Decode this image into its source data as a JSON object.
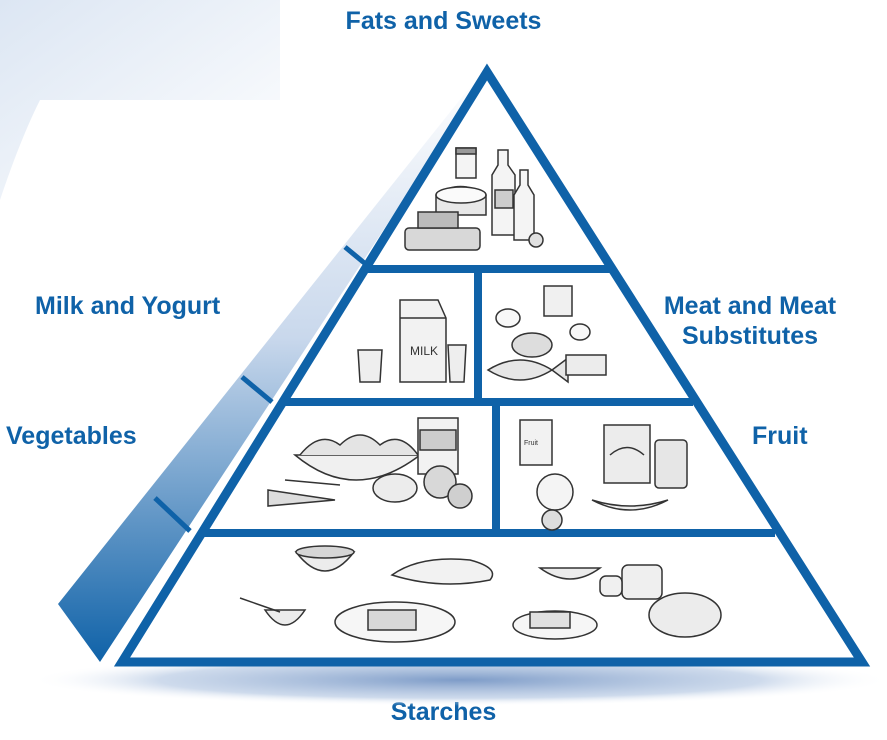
{
  "labels": {
    "top": "Fats and Sweets",
    "left_upper": "Milk and Yogurt",
    "right_upper": "Meat and Meat Substitutes",
    "left_lower": "Vegetables",
    "right_lower": "Fruit",
    "bottom": "Starches"
  },
  "colors": {
    "accent": "#0f62a8",
    "side_light": "#e8eef7",
    "shadow": "#8aa6cf"
  },
  "tiers": [
    {
      "id": "fats-sweets",
      "icons": [
        "jar-icon",
        "bottle-icon",
        "cake-icon",
        "snacks-icon"
      ]
    },
    {
      "id": "milk-yogurt",
      "icons": [
        "milk-carton-icon",
        "cup-icon"
      ]
    },
    {
      "id": "meat-substitutes",
      "icons": [
        "fish-icon",
        "cheese-icon",
        "egg-icon"
      ]
    },
    {
      "id": "vegetables",
      "icons": [
        "salad-bowl-icon",
        "can-icon",
        "carrot-icon",
        "broccoli-icon"
      ]
    },
    {
      "id": "fruit",
      "icons": [
        "can-icon",
        "banana-icon",
        "orange-icon"
      ]
    },
    {
      "id": "starches",
      "icons": [
        "bowl-icon",
        "bread-icon",
        "plate-icon",
        "cracker-icon",
        "loaf-icon"
      ]
    }
  ]
}
